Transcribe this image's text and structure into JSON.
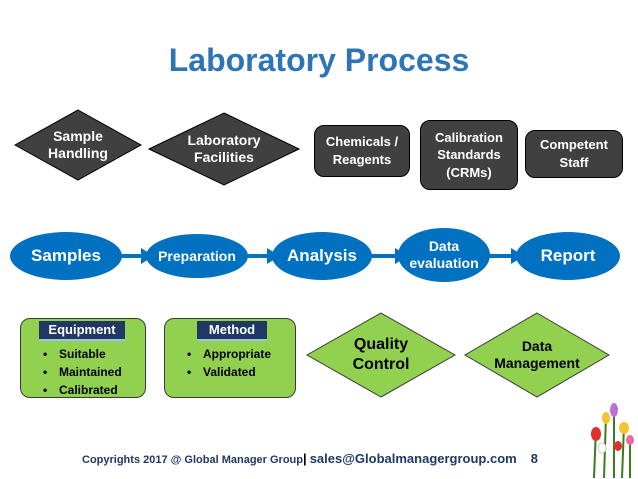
{
  "title": "Laboratory Process",
  "inputs": {
    "sample_handling": "Sample\n  Handling",
    "laboratory_facilities": "Laboratory\n  Facilities",
    "chemicals": "Chemicals /\nReagents",
    "calibration": "Calibration\nStandards\n(CRMs)",
    "competent_staff": "Competent\nStaff"
  },
  "process": {
    "samples": "Samples",
    "preparation": "Preparation",
    "analysis": "Analysis",
    "data_evaluation": "Data\nevaluation",
    "report": "Report"
  },
  "equipment": {
    "heading": "Equipment",
    "items": [
      "Suitable",
      "Maintained",
      "Calibrated"
    ]
  },
  "method": {
    "heading": "Method",
    "items": [
      "Appropriate",
      "Validated"
    ]
  },
  "quality_control": "Quality\nControl",
  "data_management": "Data\nManagement",
  "footer": {
    "copyright": "Copyrights 2017 @ Global Manager Group",
    "separator": "|",
    "email": "sales@Globalmanagergroup.com",
    "page": "8"
  },
  "colors": {
    "title": "#2e75b6",
    "process_blue": "#0070c0",
    "dark_box": "#404040",
    "green": "#92d050",
    "navy": "#1f3864"
  }
}
